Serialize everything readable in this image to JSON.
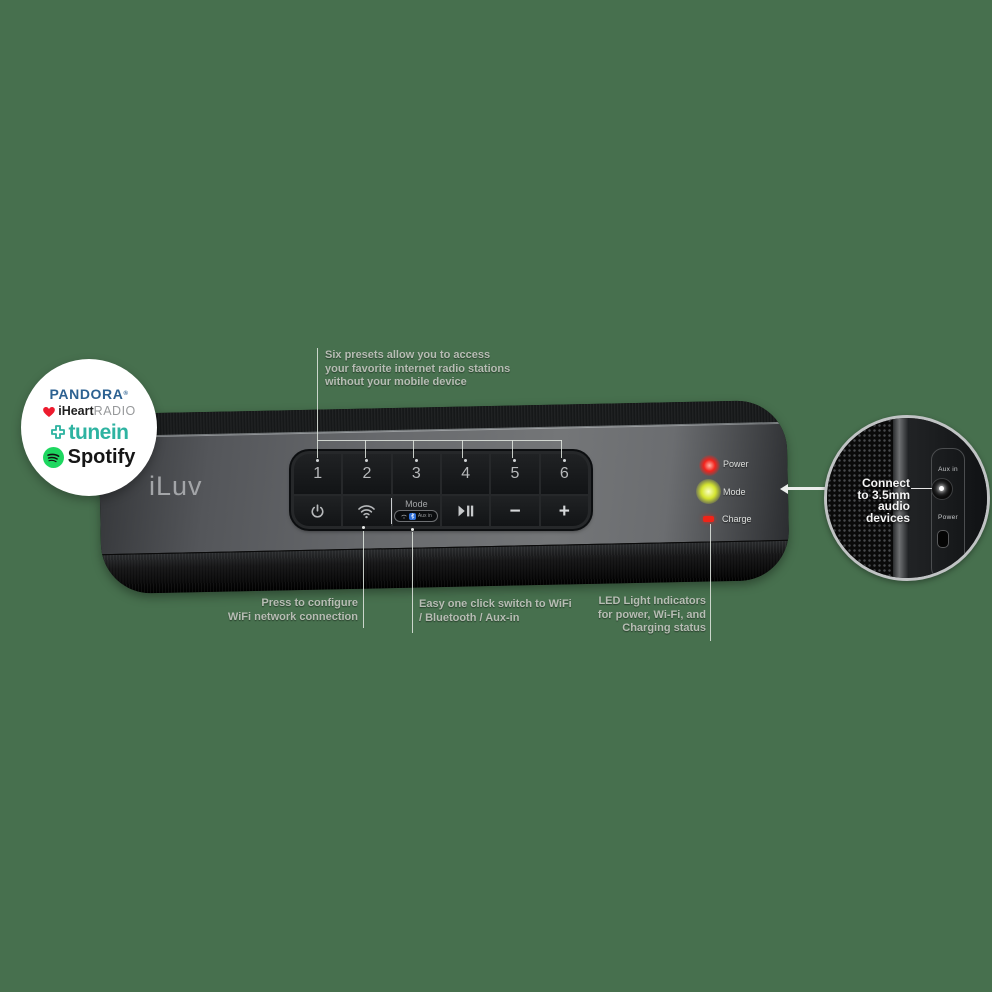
{
  "colors": {
    "background": "#47704e",
    "led_red": "#f02418",
    "led_mode_yellow": "#d4e42f",
    "pandora_blue": "#2c6191",
    "iheart_red": "#ed1b2e",
    "tunein_teal": "#2eb3a1",
    "spotify_green": "#1ed760"
  },
  "badge": {
    "pandora_label": "PANDORA",
    "pandora_reg": "®",
    "iheart_label_bold": "iHeart",
    "iheart_label_light": "RADIO",
    "tunein_label": "tunein",
    "spotify_label": "Spotify"
  },
  "device": {
    "brand": "iLuv",
    "preset_buttons": [
      "1",
      "2",
      "3",
      "4",
      "5",
      "6"
    ],
    "mode_button": {
      "label": "Mode",
      "pill_text": "Aux in"
    },
    "volume_down": "−",
    "volume_up": "+",
    "leds": [
      {
        "label": "Power"
      },
      {
        "label": "Mode"
      },
      {
        "label": "Charge"
      }
    ]
  },
  "annotations": {
    "presets": {
      "lines": [
        "Six presets allow you to access",
        "your favorite internet radio stations",
        "without your mobile device"
      ]
    },
    "wifi": {
      "lines": [
        "Press to configure",
        "WiFi network connection"
      ]
    },
    "mode": {
      "lines": [
        "Easy one click switch to WiFi",
        "/ Bluetooth / Aux-in"
      ]
    },
    "leds": {
      "lines": [
        "LED Light Indicators",
        "for power, Wi-Fi, and",
        "Charging status"
      ]
    }
  },
  "inset": {
    "callout_lines": [
      "Connect",
      "to 3.5mm",
      "audio",
      "devices"
    ],
    "aux_label": "Aux in",
    "power_label": "Power"
  }
}
